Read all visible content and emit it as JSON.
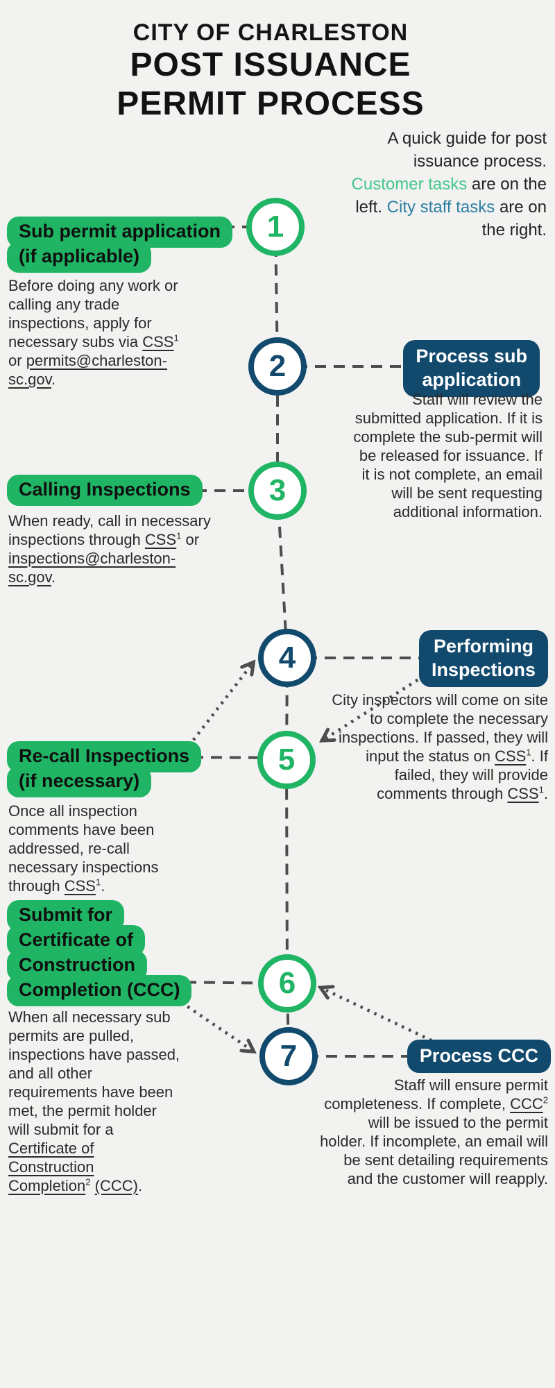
{
  "colors": {
    "background": "#F2F2F0",
    "customer_green": "#1FB564",
    "customer_green_text": "#45C78C",
    "staff_blue": "#124A6E",
    "staff_blue_text": "#2E7FA3",
    "connector_gray": "#4D4D4D",
    "text_dark": "#2A2A2A"
  },
  "header": {
    "org": "CITY OF CHARLESTON",
    "title_line1": "POST ISSUANCE",
    "title_line2": "PERMIT PROCESS"
  },
  "intro": {
    "segments": [
      {
        "t": "A quick guide for post issuance process. "
      },
      {
        "t": "Customer tasks",
        "cls": "green-text"
      },
      {
        "t": " are on the left. "
      },
      {
        "t": "City staff tasks",
        "cls": "blue-text"
      },
      {
        "t": " are on the right."
      }
    ]
  },
  "steps": [
    {
      "num": "1",
      "side": "customer",
      "badge_lines": [
        "Sub permit application",
        "(if applicable)"
      ],
      "body": [
        {
          "t": "Before doing any work or calling any trade inspections, apply for necessary subs via "
        },
        {
          "t": "CSS",
          "u": 1
        },
        {
          "t": "1",
          "sup": 1
        },
        {
          "t": " or "
        },
        {
          "t": "permits@charleston-sc.gov",
          "u": 1
        },
        {
          "t": "."
        }
      ]
    },
    {
      "num": "2",
      "side": "staff",
      "badge_lines": [
        "Process sub",
        "application"
      ],
      "body": [
        {
          "t": "Staff will review the submitted application. If it is complete the sub-permit will be released for issuance. If it is not complete, an email will be sent requesting additional information."
        }
      ]
    },
    {
      "num": "3",
      "side": "customer",
      "badge_lines": [
        "Calling Inspections"
      ],
      "body": [
        {
          "t": "When ready, call in necessary inspections through "
        },
        {
          "t": "CSS",
          "u": 1
        },
        {
          "t": "1",
          "sup": 1
        },
        {
          "t": " or "
        },
        {
          "t": "inspections@charleston-sc.gov",
          "u": 1
        },
        {
          "t": "."
        }
      ]
    },
    {
      "num": "4",
      "side": "staff",
      "badge_lines": [
        "Performing",
        "Inspections"
      ],
      "body": [
        {
          "t": "City inspectors will come on site to complete the necessary inspections. If passed, they will input the status on "
        },
        {
          "t": "CSS",
          "u": 1
        },
        {
          "t": "1",
          "sup": 1
        },
        {
          "t": ". If failed, they will provide comments through "
        },
        {
          "t": "CSS",
          "u": 1
        },
        {
          "t": "1",
          "sup": 1
        },
        {
          "t": "."
        }
      ]
    },
    {
      "num": "5",
      "side": "customer",
      "badge_lines": [
        "Re-call Inspections",
        "(if necessary)"
      ],
      "body": [
        {
          "t": "Once all inspection comments have been addressed, re-call necessary inspections through "
        },
        {
          "t": "CSS",
          "u": 1
        },
        {
          "t": "1",
          "sup": 1
        },
        {
          "t": "."
        }
      ]
    },
    {
      "num": "6",
      "side": "customer",
      "badge_lines": [
        "Submit for",
        "Certificate of",
        "Construction",
        "Completion (CCC)"
      ],
      "body": [
        {
          "t": "When all necessary sub permits are pulled, inspections have passed, and all other requirements have been met, the permit holder will submit for a "
        },
        {
          "t": "Certificate of Construction Completion",
          "u": 1
        },
        {
          "t": "2",
          "sup": 1
        },
        {
          "t": " "
        },
        {
          "t": "(CCC)",
          "u": 1
        },
        {
          "t": "."
        }
      ]
    },
    {
      "num": "7",
      "side": "staff",
      "badge_lines": [
        "Process CCC"
      ],
      "body": [
        {
          "t": "Staff will ensure permit completeness. If complete, "
        },
        {
          "t": "CCC",
          "u": 1
        },
        {
          "t": "2",
          "sup": 1
        },
        {
          "t": " will be issued to the permit holder. If incomplete, an email will be sent detailing requirements and the customer will reapply."
        }
      ]
    }
  ]
}
